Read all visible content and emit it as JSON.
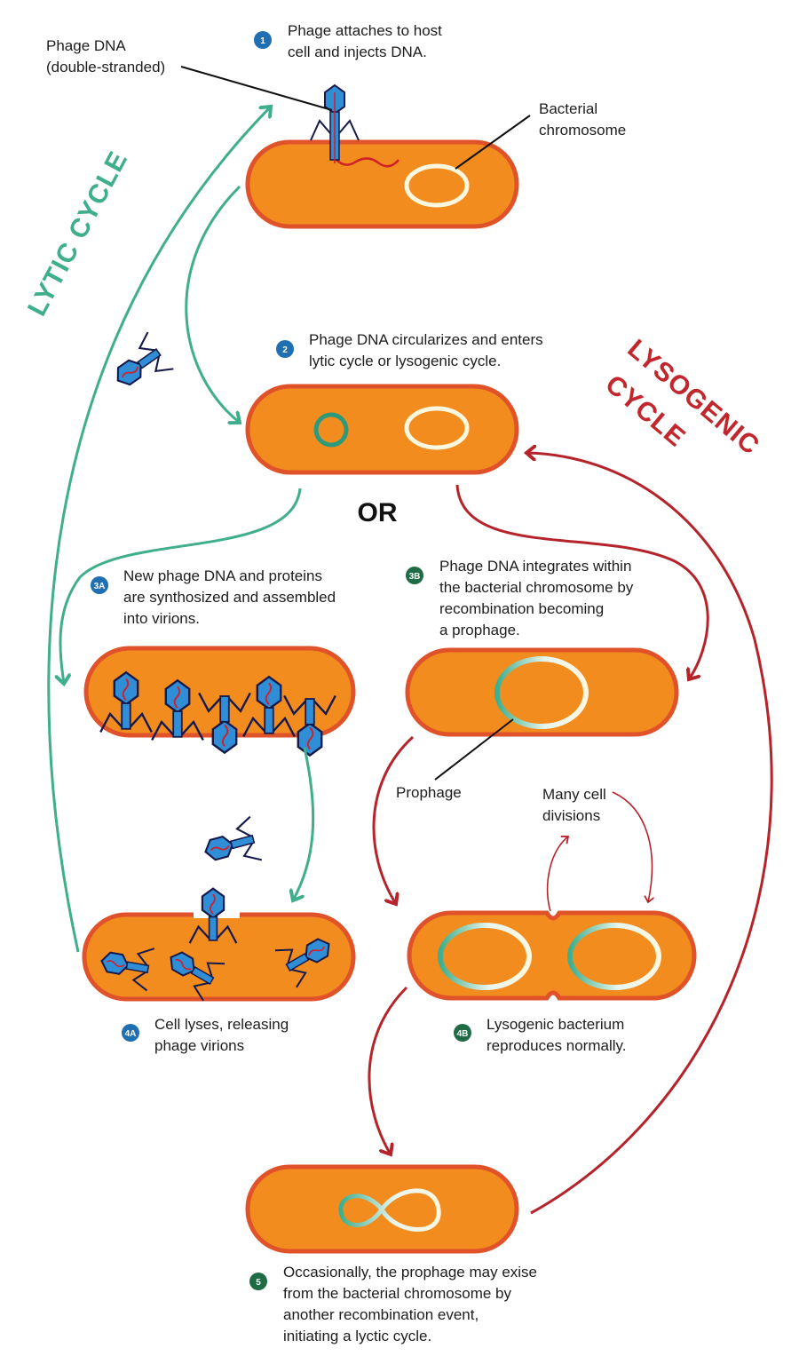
{
  "labels": {
    "phage_dna": [
      "Phage DNA",
      "(double-stranded)"
    ],
    "bacterial_chromosome": [
      "Bacterial",
      "chromosome"
    ],
    "prophage": "Prophage",
    "many_cell_divisions": [
      "Many cell",
      "divisions"
    ],
    "or": "OR"
  },
  "cycles": {
    "lytic": "LYTIC CYCLE",
    "lysogenic_line1": "LYSOGENIC",
    "lysogenic_line2": "CYCLE"
  },
  "steps": [
    {
      "badge": "1",
      "lines": [
        "Phage attaches to host",
        "cell and injects DNA."
      ]
    },
    {
      "badge": "2",
      "lines": [
        "Phage DNA circularizes and enters",
        "lytic cycle or lysogenic cycle."
      ]
    },
    {
      "badge": "3A",
      "lines": [
        "New phage DNA and proteins",
        "are synthosized and assembled",
        "into virions."
      ]
    },
    {
      "badge": "3B",
      "lines": [
        "Phage DNA integrates within",
        "the bacterial chromosome by",
        "recombination becoming",
        "a prophage."
      ]
    },
    {
      "badge": "4A",
      "lines": [
        "Cell lyses, releasing",
        "phage virions"
      ]
    },
    {
      "badge": "4B",
      "lines": [
        "Lysogenic bacterium",
        "reproduces normally."
      ]
    },
    {
      "badge": "5",
      "lines": [
        "Occasionally, the prophage may exise",
        "from the bacterial chromosome by",
        "another recombination event,",
        "initiating a lyctic cycle."
      ]
    }
  ],
  "colors": {
    "cell_fill": "#f28c1e",
    "cell_stroke": "#e0522a",
    "lytic": "#3fae8c",
    "lysogenic": "#b5232b",
    "badge_blue": "#1f6fb2",
    "badge_green": "#1e6b45",
    "phage": "#2f8ed6"
  }
}
